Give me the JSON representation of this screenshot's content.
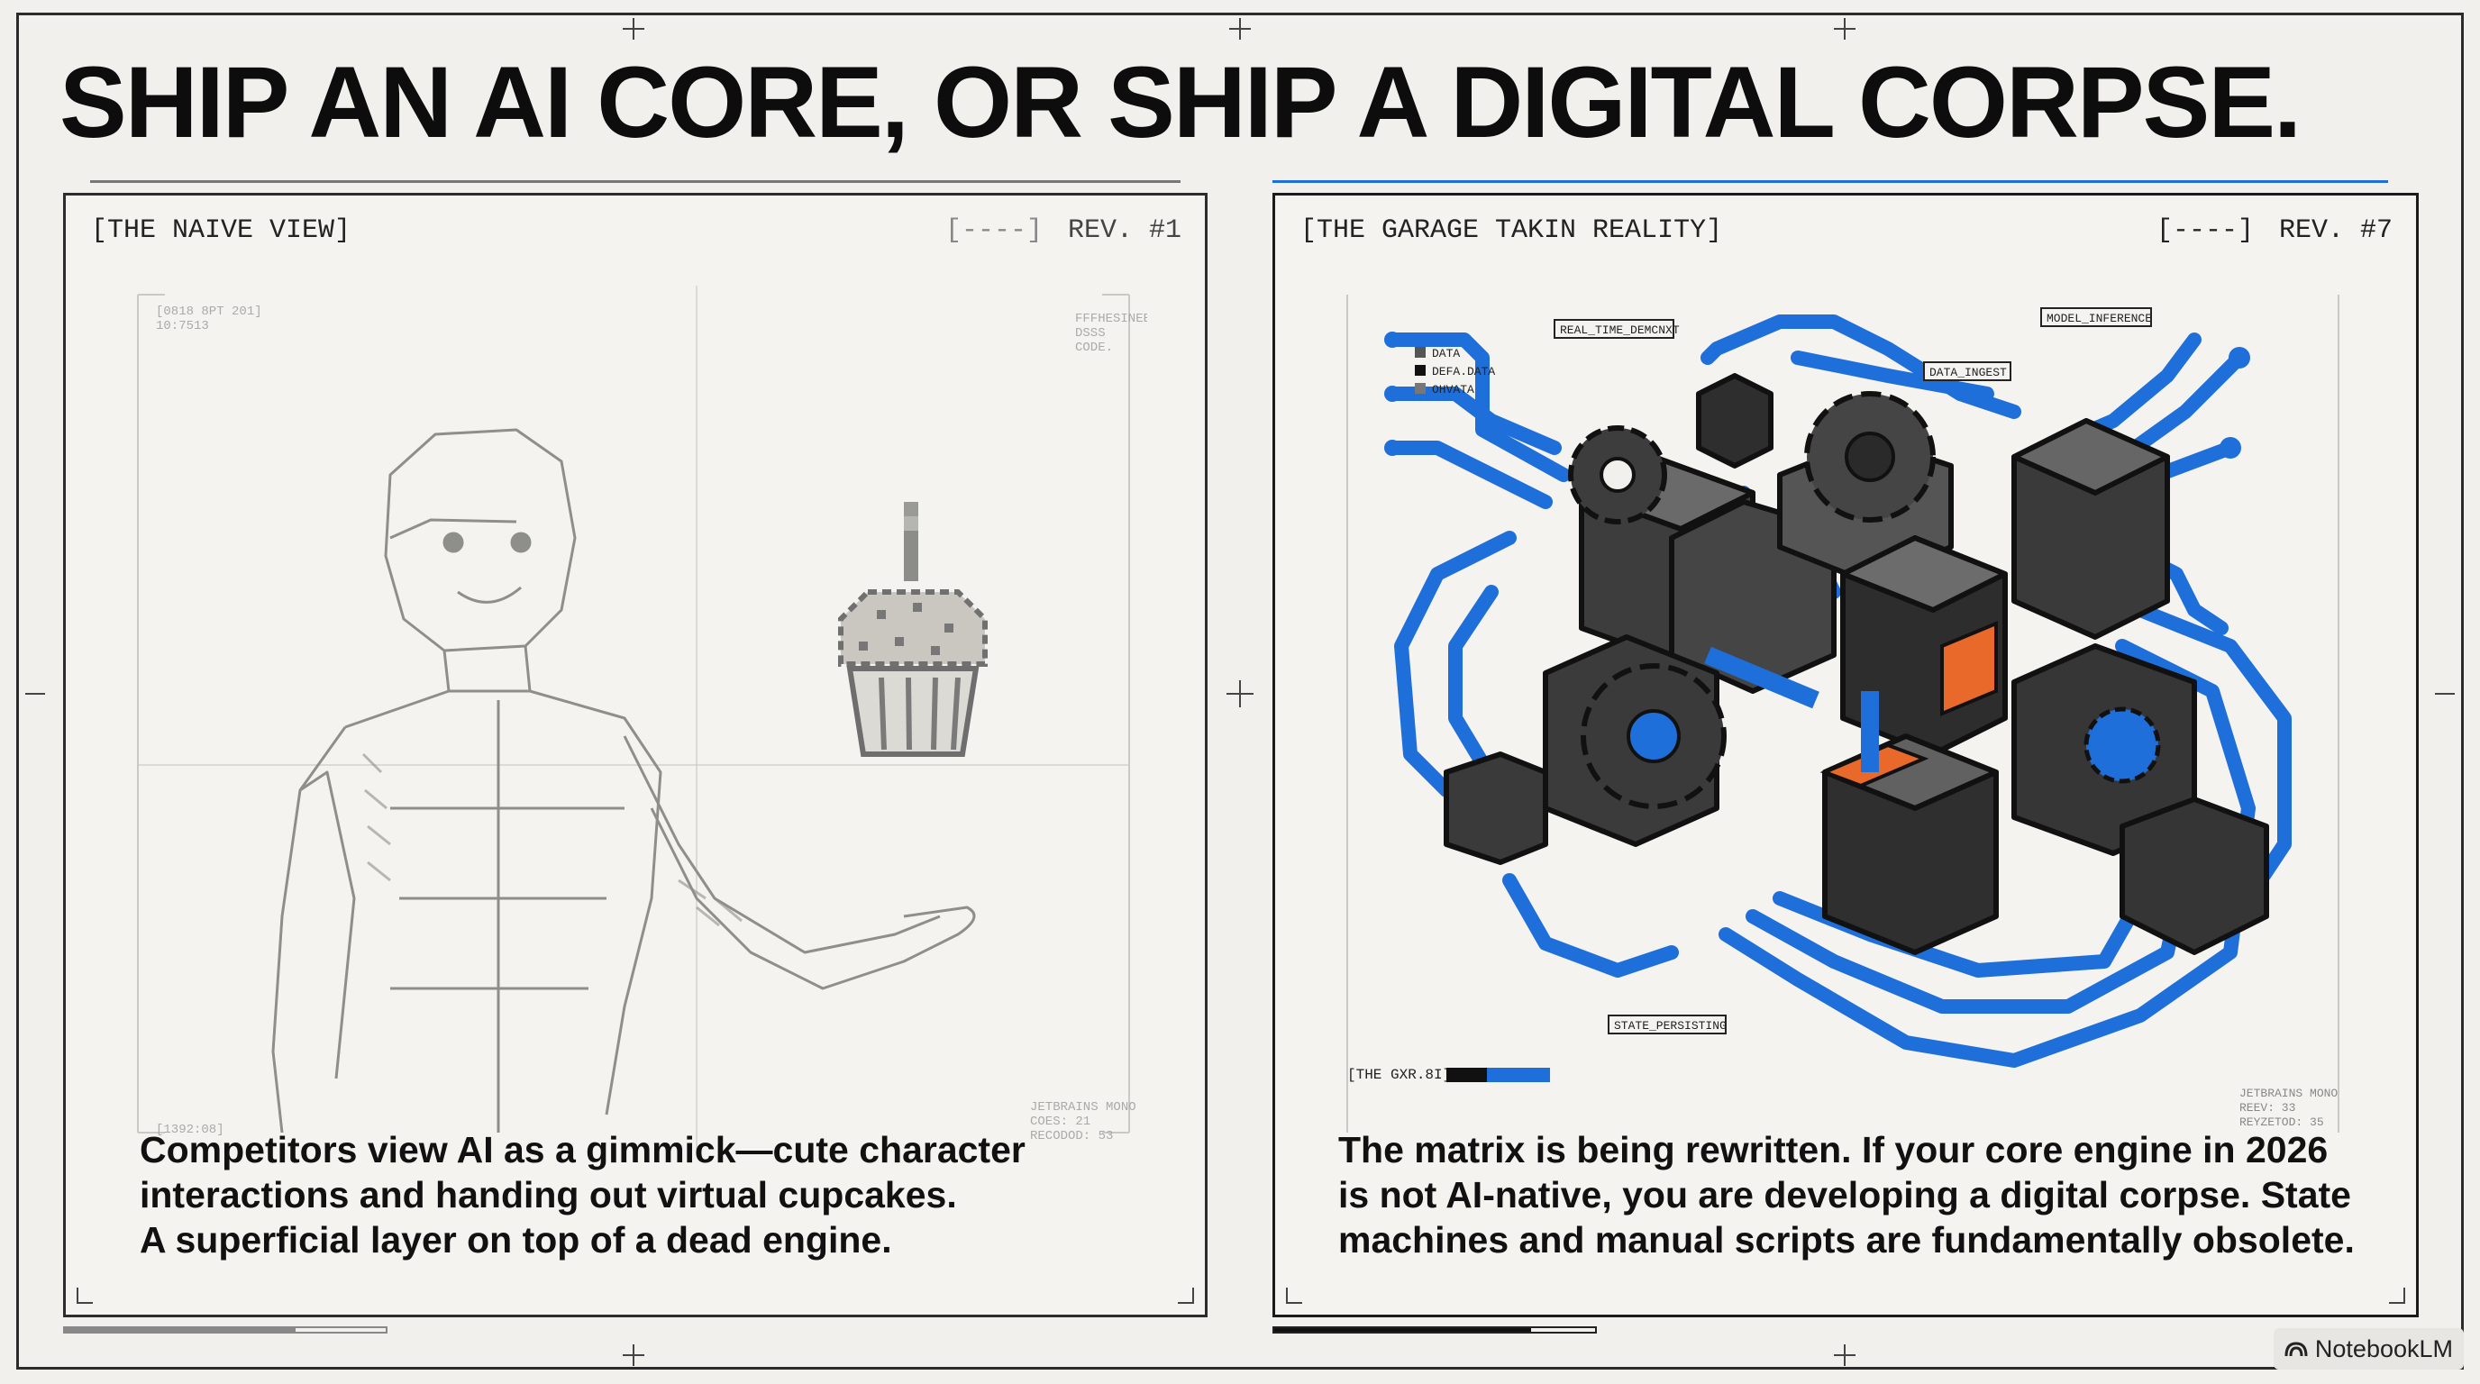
{
  "slide": {
    "title": "SHIP AN AI CORE, OR SHIP A DIGITAL CORPSE.",
    "accent": "#1e6fd9",
    "orange": "#e8692a"
  },
  "left_panel": {
    "label": "[THE NAIVE VIEW]",
    "bracket": "[----]",
    "rev": "REV. #1",
    "body": [
      "Competitors view AI as a gimmick—cute character",
      "interactions and handing out virtual cupcakes.",
      "A superficial layer on top of a dead engine."
    ],
    "progress": 0.72
  },
  "right_panel": {
    "label": "[THE GARAGE TAKIN REALITY]",
    "bracket": "[----]",
    "rev": "REV. #7",
    "body": [
      "The matrix is being rewritten. If your core engine in 2026",
      "is not AI-native, you are developing a digital corpse. State",
      "machines and manual scripts are fundamentally obsolete."
    ],
    "progress": 0.8,
    "tags": {
      "realtime": "REAL_TIME_DEMCNXT",
      "model": "MODEL_INFERENCE",
      "data_ingest": "DATA_INGEST",
      "state": "STATE_PERSISTING",
      "legend": [
        "DATA",
        "DEFA.DATA",
        "OHVATA"
      ],
      "footer": "[THE GXR.8I]"
    }
  },
  "watermark": "NotebookLM"
}
